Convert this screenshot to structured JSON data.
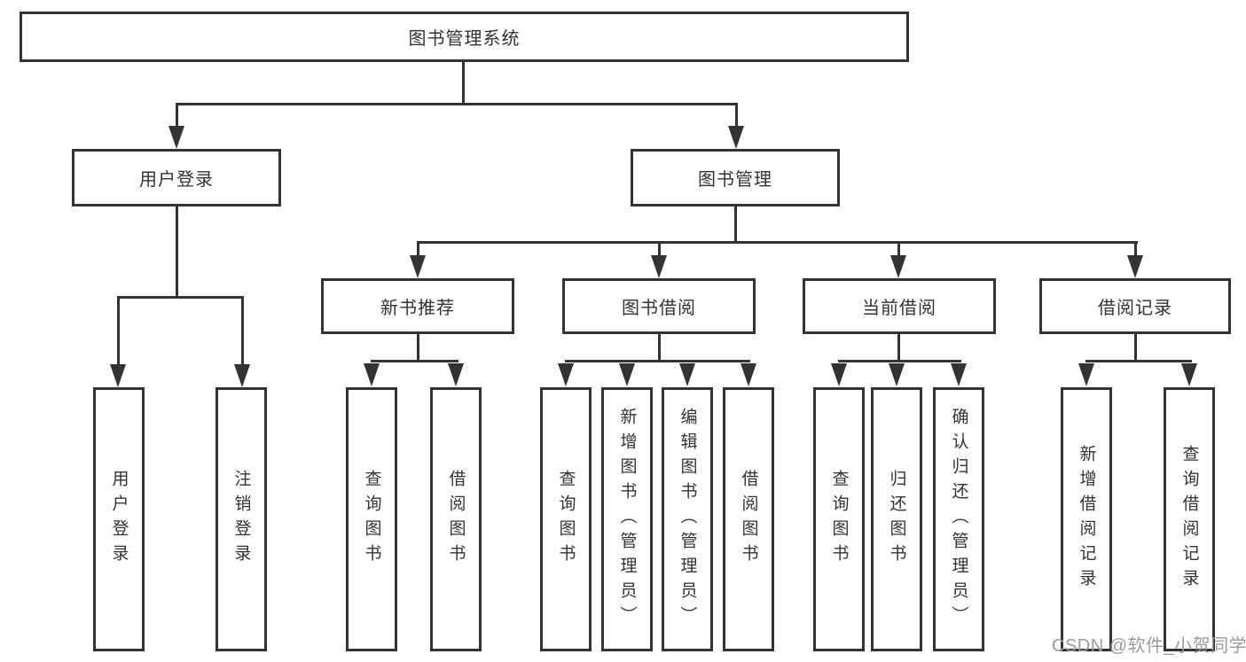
{
  "colors": {
    "line": "#333333",
    "box_border": "#333333",
    "text": "#333333",
    "background": "#ffffff",
    "watermark": "#9b9b9b"
  },
  "watermark": {
    "text": "CSDN @软件_小贺同学"
  },
  "tree": {
    "label": "图书管理系统",
    "children": [
      {
        "label": "用户登录",
        "children": [
          {
            "label": "用户登录"
          },
          {
            "label": "注销登录"
          }
        ]
      },
      {
        "label": "图书管理",
        "children": [
          {
            "label": "新书推荐",
            "children": [
              {
                "label": "查询图书"
              },
              {
                "label": "借阅图书"
              }
            ]
          },
          {
            "label": "图书借阅",
            "children": [
              {
                "label": "查询图书"
              },
              {
                "label": "新增图书（管理员）"
              },
              {
                "label": "编辑图书（管理员）"
              },
              {
                "label": "借阅图书"
              }
            ]
          },
          {
            "label": "当前借阅",
            "children": [
              {
                "label": "查询图书"
              },
              {
                "label": "归还图书"
              },
              {
                "label": "确认归还（管理员）"
              }
            ]
          },
          {
            "label": "借阅记录",
            "children": [
              {
                "label": "新增借阅记录"
              },
              {
                "label": "查询借阅记录"
              }
            ]
          }
        ]
      }
    ]
  }
}
